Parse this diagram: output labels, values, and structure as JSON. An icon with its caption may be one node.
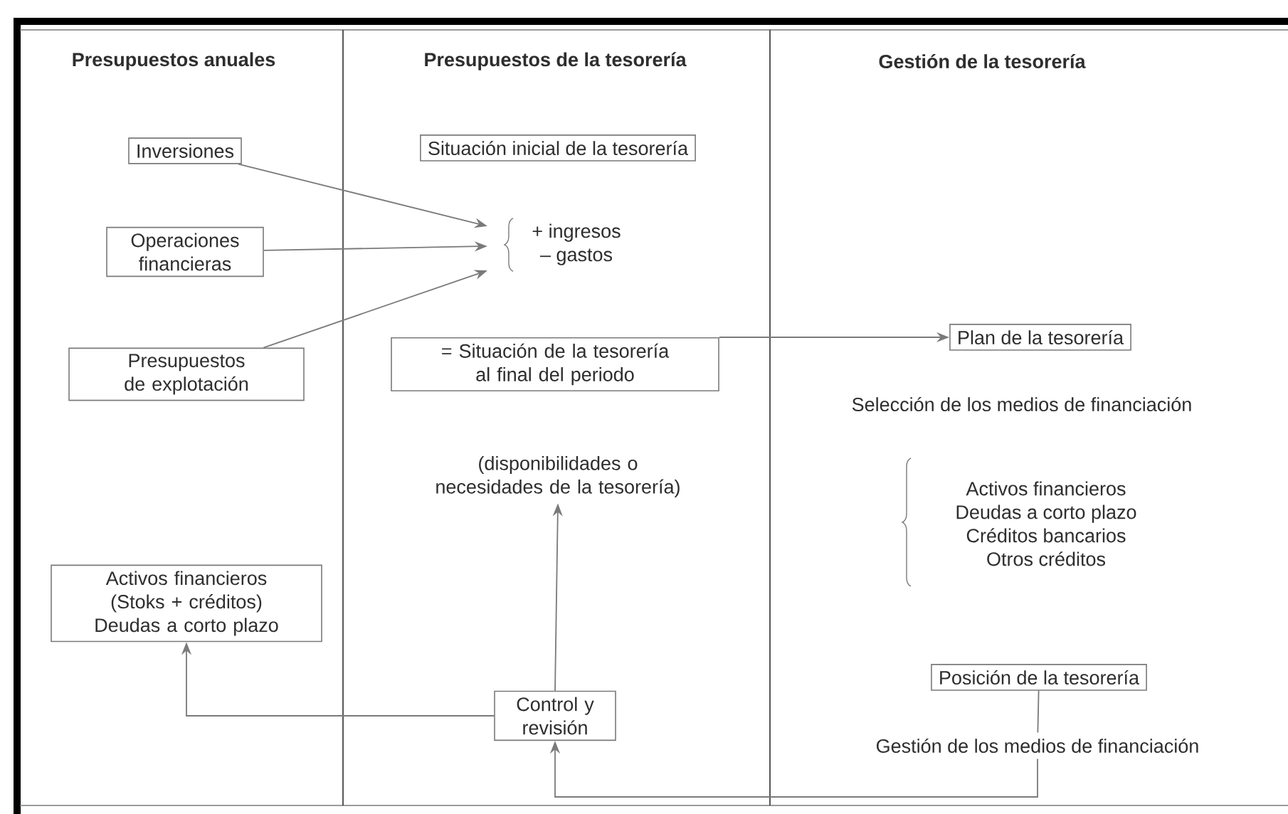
{
  "diagram": {
    "nodes": [
      {
        "text": [
          "Inversiones"
        ]
      },
      {
        "text": [
          "Operaciones financieras"
        ]
      },
      {
        "text": [
          "Presupuestos de explotación"
        ]
      },
      {
        "text": [
          "Situación inicial de la tesorería"
        ]
      },
      {
        "text": [
          "+ ingresos",
          "– gastos"
        ]
      },
      {
        "text": [
          "= Situación de la tesorería al final del periodo"
        ]
      },
      {
        "text": [
          "(disponibilidades o necesidades de la tesorería)"
        ]
      },
      {
        "text": [
          "Activos financieros (Stoks + créditos) Deudas a corto plazo"
        ]
      },
      {
        "text": [
          "Control y revisión"
        ]
      },
      {
        "text": [
          "Plan de la tesorería"
        ]
      },
      {
        "text": [
          "Posición de la tesorería"
        ]
      },
      {
        "text": [
          "Gestión de los medios de financiación"
        ]
      }
    ],
    "edges": [
      {
        "from": 0,
        "to": 4,
        "arrow": "to"
      },
      {
        "from": 1,
        "to": 4,
        "arrow": "to"
      },
      {
        "from": 2,
        "to": 4,
        "arrow": "to"
      },
      {
        "from": 5,
        "to": 9,
        "arrow": "to"
      },
      {
        "from": 8,
        "to": 6,
        "arrow": "to"
      },
      {
        "from": 8,
        "to": 7,
        "arrow": "to"
      },
      {
        "from": 10,
        "to": 11,
        "arrow": "none"
      },
      {
        "from": 11,
        "to": 8,
        "arrow": "to"
      }
    ],
    "labels": [
      "Presupuestos anuales",
      "Presupuestos de la tesorería",
      "Gestión de la tesorería",
      "Selección de los medios de financiación",
      "Activos financieros",
      "Deudas a corto plazo",
      "Créditos bancarios",
      "Otros créditos"
    ]
  }
}
